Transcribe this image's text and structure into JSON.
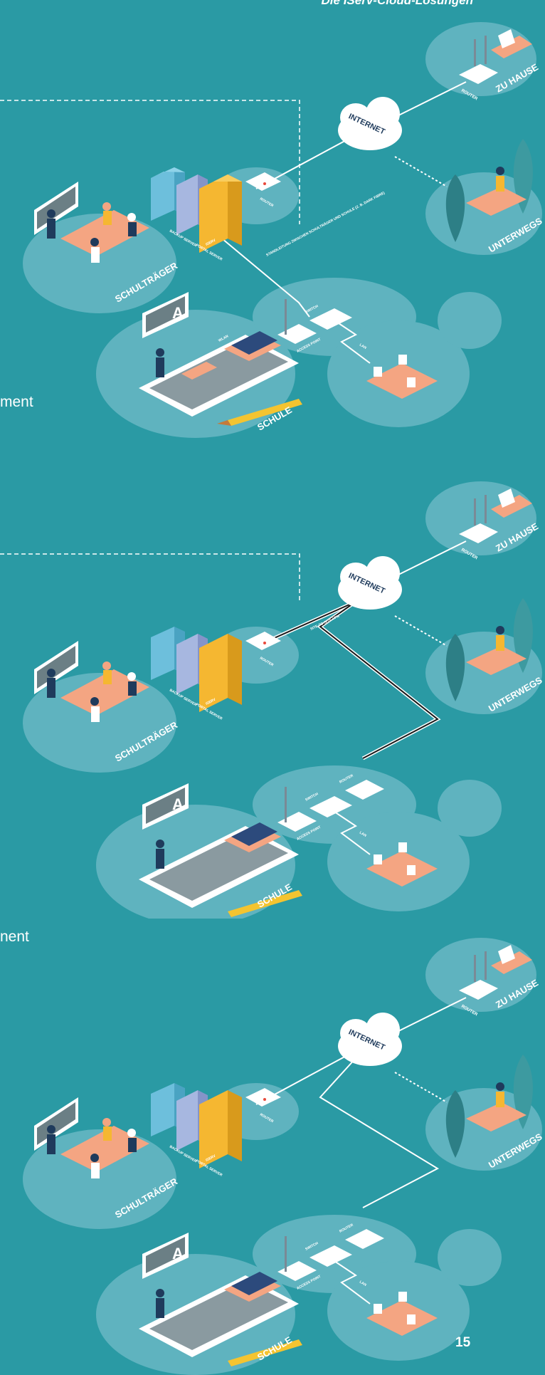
{
  "header": {
    "title": "Die IServ-Cloud-Lösungen"
  },
  "side_texts": [
    "ment",
    "nent"
  ],
  "page_number": "15",
  "labels": {
    "internet": "INTERNET",
    "zu_hause": "ZU HAUSE",
    "unterwegs": "UNTERWEGS",
    "schultraeger": "SCHULTRÄGER",
    "schule": "SCHULE",
    "router": "ROUTER",
    "switch": "SWITCH",
    "access_point": "ACCESS POINT",
    "lan": "LAN",
    "backup_server": "BACKUP SERVER",
    "portal_server": "PORTAL SERVER",
    "iserv": "ISERV",
    "wlan": "WLAN",
    "standleitung": "STANDLEITUNG ZWISCHEN SCHULTRÄGER UND SCHULE (Z. B. DARK FIBRE)",
    "site_to_site_vpn": "SITE-TO-SITE-VPN"
  },
  "colors": {
    "background": "#2a9aa4",
    "cloud": "#5fb3bf",
    "server_yellow": "#f5b731",
    "server_blue": "#6dbfdc",
    "server_lilac": "#a7b7e0",
    "desk": "#f4a582",
    "tree": "#2d7f86",
    "pencil": "#f4c430",
    "book": "#2c4a7c"
  }
}
